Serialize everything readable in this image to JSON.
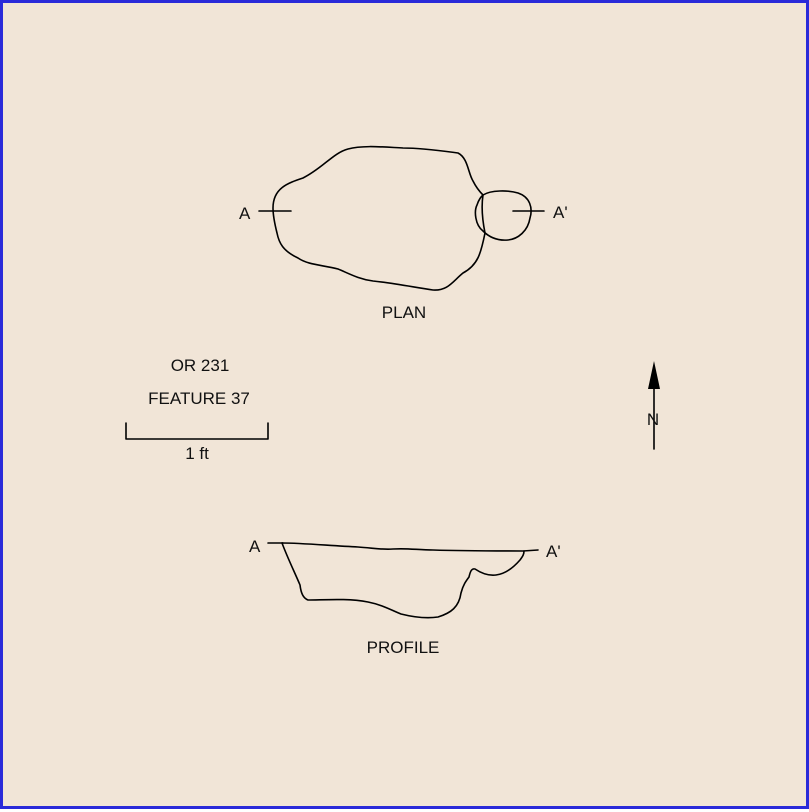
{
  "plan": {
    "title": "PLAN",
    "section_start_label": "A",
    "section_end_label": "A'"
  },
  "profile": {
    "title": "PROFILE",
    "section_start_label": "A",
    "section_end_label": "A'"
  },
  "site": {
    "site_id": "OR 231",
    "feature": "FEATURE 37"
  },
  "scale_bar": {
    "label": "1 ft"
  },
  "north_arrow": {
    "label": "N"
  },
  "colors": {
    "background": "#f1e5d7",
    "frame_border": "#2a2ad9",
    "ink": "#000000"
  }
}
